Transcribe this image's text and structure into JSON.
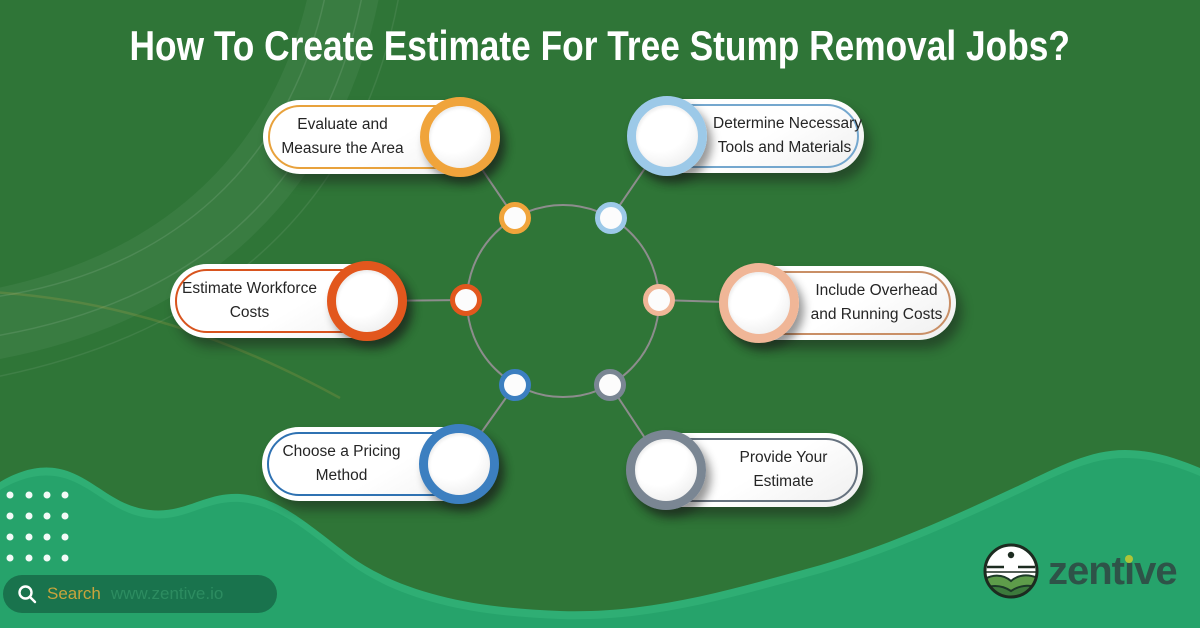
{
  "title": "How To Create Estimate For Tree Stump Removal Jobs?",
  "steps": [
    {
      "id": "evaluate-area",
      "label": "Evaluate and Measure the Area",
      "line1": "Evaluate and",
      "line2": "Measure the Area",
      "circle_color": "#F0A43B",
      "ring_color": "#E8A23C",
      "circle_side": "right"
    },
    {
      "id": "tools-materials",
      "label": "Determine Necessary Tools and Materials",
      "line1": "Determine Necessary",
      "line2": "Tools and Materials",
      "circle_color": "#9CC9E8",
      "ring_color": "#74A7CE",
      "circle_side": "left"
    },
    {
      "id": "workforce-costs",
      "label": "Estimate Workforce Costs",
      "line1": "Estimate Workforce",
      "line2": "Costs",
      "circle_color": "#E2571D",
      "ring_color": "#D8541E",
      "circle_side": "right"
    },
    {
      "id": "overhead-costs",
      "label": "Include Overhead and Running Costs",
      "line1": "Include Overhead",
      "line2": "and Running Costs",
      "circle_color": "#F0B697",
      "ring_color": "#C98F66",
      "circle_side": "left"
    },
    {
      "id": "pricing-method",
      "label": "Choose a Pricing Method",
      "line1": "Choose a Pricing",
      "line2": "Method",
      "circle_color": "#3C7FC0",
      "ring_color": "#2F72B2",
      "circle_side": "right"
    },
    {
      "id": "provide-estimate",
      "label": "Provide Your Estimate",
      "line1": "Provide Your",
      "line2": "Estimate",
      "circle_color": "#7A8693",
      "ring_color": "#66727F",
      "circle_side": "left"
    }
  ],
  "search": {
    "label": "Search",
    "url": "www.zentive.io"
  },
  "brand": {
    "name": "zentive",
    "wordmark_pre": "zent",
    "wordmark_i": "ı",
    "wordmark_post": "ve",
    "dot_color": "#AFC437",
    "text_color": "#2E5348"
  },
  "colors": {
    "background": "#2F7537",
    "wave": "#26A36B",
    "wave_highlight": "#2FAE74",
    "title": "#FFFFFF",
    "connector": "#8D8D8D",
    "pill_text": "#252525",
    "search_label": "#C8A43C",
    "search_url": "#2F8F63"
  }
}
